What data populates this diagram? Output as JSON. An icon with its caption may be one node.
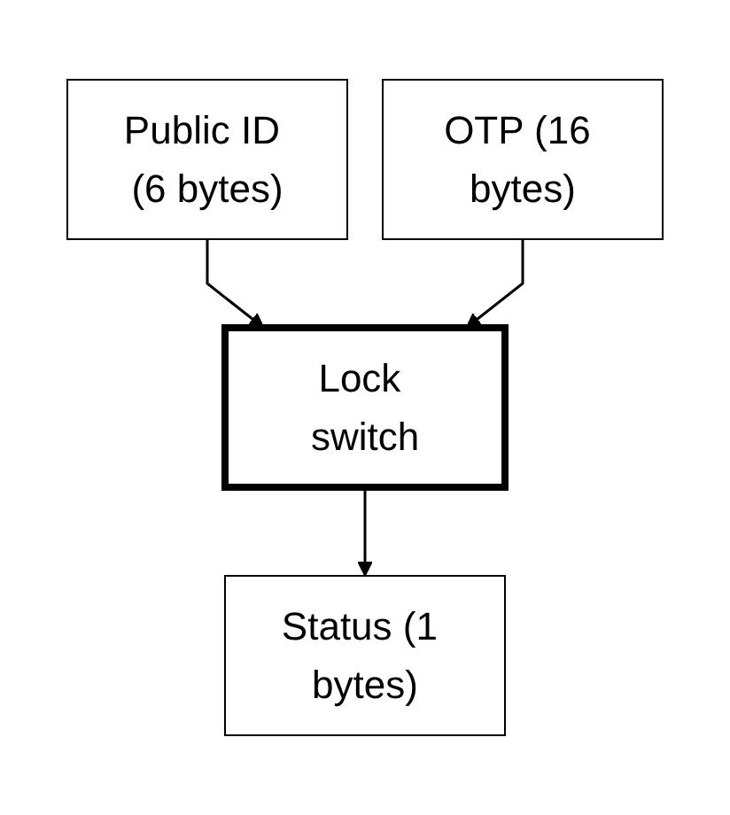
{
  "diagram": {
    "nodes": [
      {
        "text": [
          "Public ID (6 bytes)"
        ]
      },
      {
        "text": [
          "OTP (16 bytes)"
        ]
      },
      {
        "text": [
          "Lock switch"
        ]
      },
      {
        "text": [
          "Status (1 bytes)"
        ]
      }
    ],
    "edges": [
      {
        "from": 0,
        "to": 2,
        "arrow": "to"
      },
      {
        "from": 1,
        "to": 2,
        "arrow": "to"
      },
      {
        "from": 2,
        "to": 3,
        "arrow": "to"
      }
    ]
  }
}
